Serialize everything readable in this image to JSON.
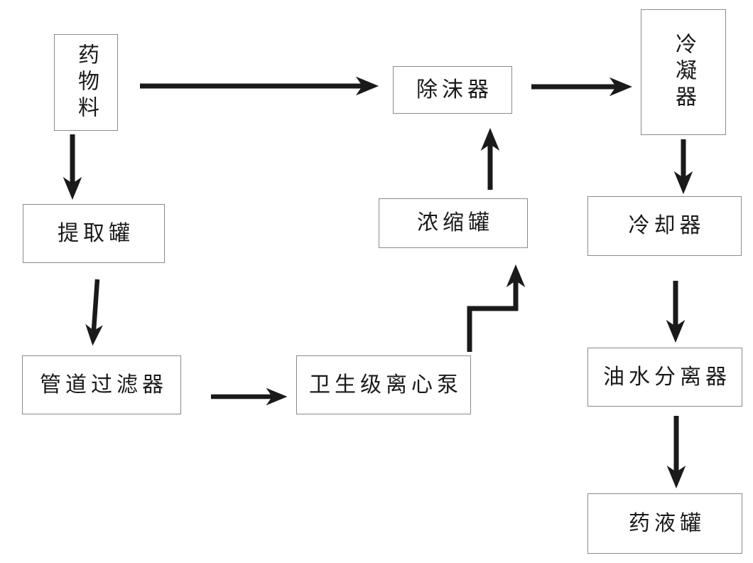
{
  "diagram": {
    "type": "flowchart",
    "background": "#ffffff",
    "arrow_color": "#1a1a1a",
    "box_border_color": "#8a8a8a",
    "text_color": "#1a1a1a",
    "nodes": {
      "drug_material": {
        "label": "药物料",
        "orientation": "vertical"
      },
      "demister": {
        "label": "除沫器",
        "orientation": "horizontal"
      },
      "condenser": {
        "label": "冷凝器",
        "orientation": "vertical"
      },
      "extraction_tank": {
        "label": "提取罐",
        "orientation": "horizontal"
      },
      "concentration_tank": {
        "label": "浓缩罐",
        "orientation": "horizontal"
      },
      "cooler": {
        "label": "冷却器",
        "orientation": "horizontal"
      },
      "pipeline_filter": {
        "label": "管道过滤器",
        "orientation": "horizontal"
      },
      "sanitary_pump": {
        "label": "卫生级离心泵",
        "orientation": "horizontal"
      },
      "oil_water_separator": {
        "label": "油水分离器",
        "orientation": "horizontal"
      },
      "medicine_liquid_tank": {
        "label": "药液罐",
        "orientation": "horizontal"
      }
    },
    "edges": [
      {
        "from": "drug_material",
        "to": "demister",
        "shape": "straight"
      },
      {
        "from": "demister",
        "to": "condenser",
        "shape": "straight"
      },
      {
        "from": "drug_material",
        "to": "extraction_tank",
        "shape": "straight"
      },
      {
        "from": "extraction_tank",
        "to": "pipeline_filter",
        "shape": "straight-slanted"
      },
      {
        "from": "pipeline_filter",
        "to": "sanitary_pump",
        "shape": "straight"
      },
      {
        "from": "sanitary_pump",
        "to": "concentration_tank",
        "shape": "step"
      },
      {
        "from": "concentration_tank",
        "to": "demister",
        "shape": "straight"
      },
      {
        "from": "condenser",
        "to": "cooler",
        "shape": "straight"
      },
      {
        "from": "cooler",
        "to": "oil_water_separator",
        "shape": "straight"
      },
      {
        "from": "oil_water_separator",
        "to": "medicine_liquid_tank",
        "shape": "straight"
      }
    ]
  }
}
